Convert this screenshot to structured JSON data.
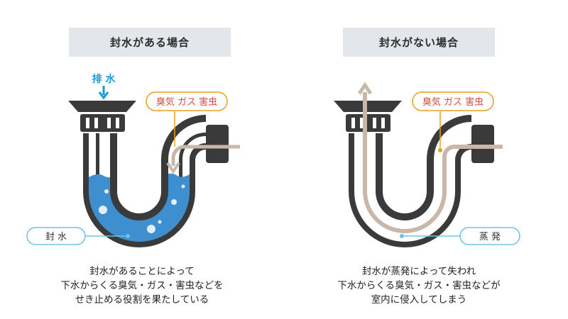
{
  "left": {
    "title": "封水がある場合",
    "drain_label": "排 水",
    "gas_label": "臭気 ガス 害虫",
    "water_label": "封 水",
    "caption": [
      "封水があることによって",
      "下水からくる臭気・ガス・害虫などを",
      "せき止める役割を果たしている"
    ]
  },
  "right": {
    "title": "封水がない場合",
    "gas_label": "臭気 ガス 害虫",
    "evap_label": "蒸 発",
    "caption": [
      "封水が蒸発によって失われ",
      "下水からくる臭気・ガス・害虫などが",
      "室内に侵入してしまう"
    ]
  },
  "colors": {
    "pipe_dark": "#3a3a3a",
    "water": "#3d8fcf",
    "gas_path": "#c9b8aa",
    "label_orange": "#e8a020",
    "label_red": "#d84a3a",
    "water_label_border": "#6ec3e3",
    "drain_blue": "#1a9ad6"
  }
}
